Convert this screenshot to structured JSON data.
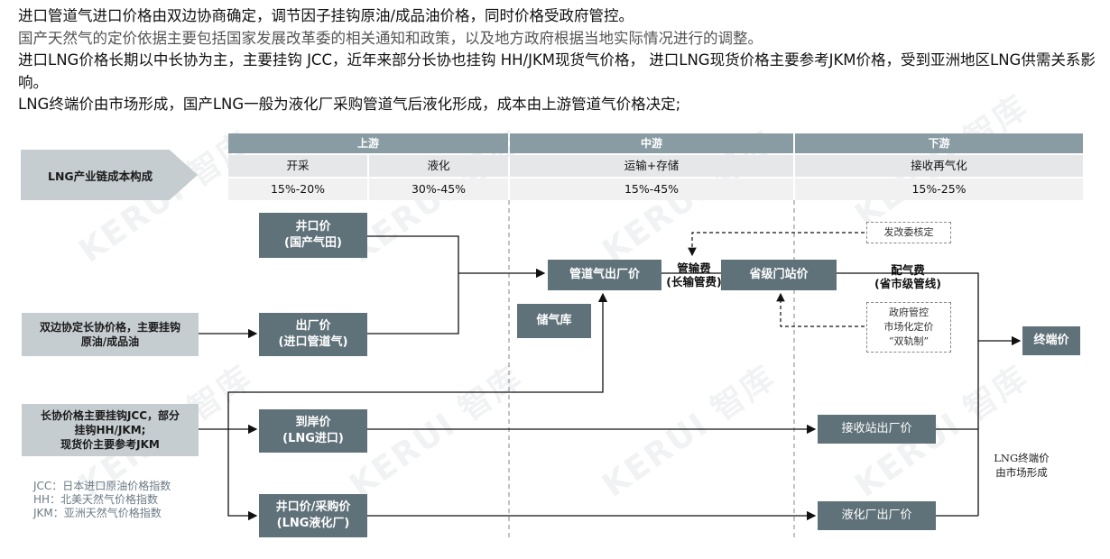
{
  "intro": [
    "进口管道气进口价格由双边协商确定，调节因子挂钩原油/成品油价格，同时价格受政府管控。",
    "国产天然气的定价依据主要包括国家发展改革委的相关通知和政策，以及地方政府根据当地实际情况进行的调整。",
    "进口LNG价格长期以中长协为主，主要挂钩 JCC，近年来部分长协也挂钩 HH/JKM现货气价格， 进口LNG现货价格主要参考JKM价格，受到亚洲地区LNG供需关系影响。",
    "LNG终端价由市场形成，国产LNG一般为液化厂采购管道气后液化形成，成本由上游管道气价格决定;"
  ],
  "table": {
    "row_label": "LNG产业链成本构成",
    "headers": {
      "upstream": "上游",
      "midstream": "中游",
      "downstream": "下游"
    },
    "stages": [
      "开采",
      "液化",
      "运输+存储",
      "接收再气化"
    ],
    "shares": [
      "15%-20%",
      "30%-45%",
      "15%-45%",
      "15%-25%"
    ]
  },
  "sources": {
    "bilateral": [
      "双边协定长协价格，主要挂钩",
      "原油/成品油"
    ],
    "longterm": [
      "长协价格主要挂钩JCC，部分",
      "挂钩HH/JKM;",
      "现货价主要参考JKM"
    ]
  },
  "boxes": {
    "wellhead": [
      "井口价",
      "(国产气田)"
    ],
    "factory": [
      "出厂价",
      "(进口管道气)"
    ],
    "landed": [
      "到岸价",
      "(LNG进口)"
    ],
    "lng_plant": [
      "井口价/采购价",
      "(LNG液化厂)"
    ],
    "pipeline_exfactory": "管道气出厂价",
    "storage": "储气库",
    "city_gate": "省级门站价",
    "terminal_exfactory": "接收站出厂价",
    "liquefaction_exfactory": "液化厂出厂价",
    "end_price": "终端价"
  },
  "labels": {
    "transport_fee": [
      "管输费",
      "(长输管费)"
    ],
    "distribution_fee": [
      "配气费",
      "(省市级管线)"
    ],
    "ndrc": "发改委核定",
    "gov_control": [
      "政府管控",
      "市场化定价",
      "“双轨制”"
    ],
    "lng_end_note": [
      "LNG终端价",
      "由市场形成"
    ]
  },
  "legend": [
    "JCC：日本进口原油价格指数",
    "HH：北美天然气价格指数",
    "JKM：亚洲天然气价格指数"
  ],
  "watermark": "KERUI 智库",
  "colors": {
    "box": "#5f7179",
    "light_box": "#c6cdd0",
    "header": "#8a9ca3"
  }
}
